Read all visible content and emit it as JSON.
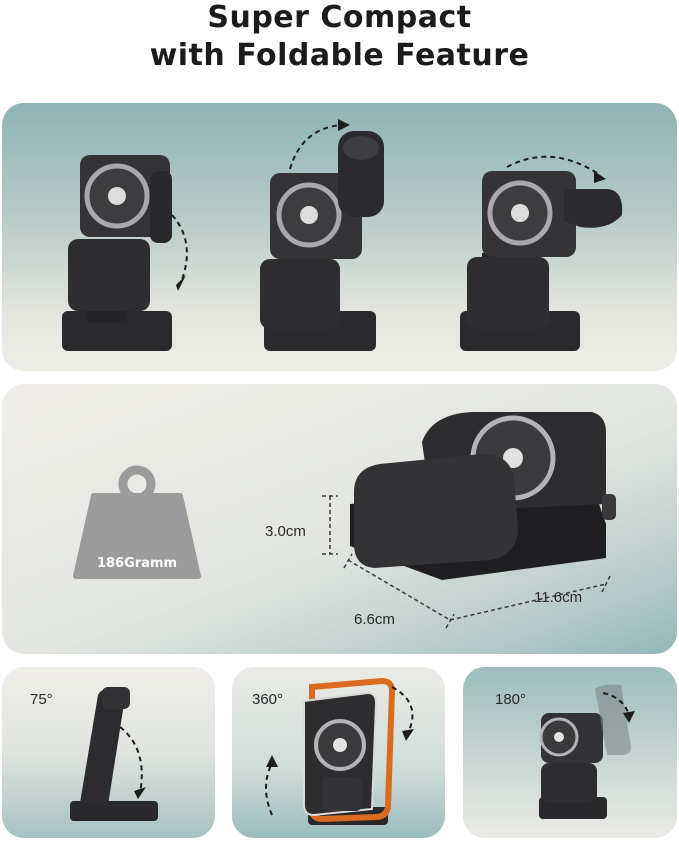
{
  "heading": {
    "line1": "Super Compact",
    "line2": "with Foldable Feature"
  },
  "dimensions": {
    "weight": "186Gramm",
    "height": "3.0cm",
    "width": "6.6cm",
    "length": "11.6cm"
  },
  "angles": {
    "left": "75°",
    "middle": "360°",
    "right": "180°"
  },
  "colors": {
    "device": "#2b2b2d",
    "accent_orange": "#d96a1e",
    "teal": "#8fb3b5",
    "weight_gray": "#9b9b9b"
  }
}
